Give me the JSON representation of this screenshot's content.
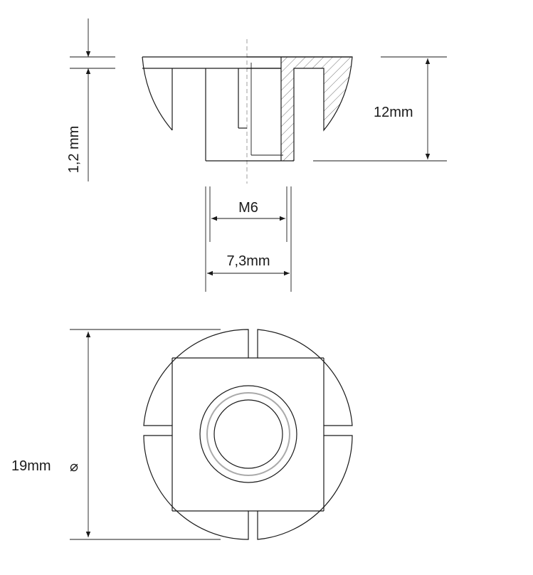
{
  "dimensions": {
    "flange_thickness": "1,2 mm",
    "height": "12mm",
    "thread": "M6",
    "barrel_diameter": "7,3mm",
    "flange_diameter": "19mm",
    "diameter_symbol": "⌀"
  },
  "colors": {
    "line": "#1a1a1a",
    "background": "#ffffff"
  }
}
